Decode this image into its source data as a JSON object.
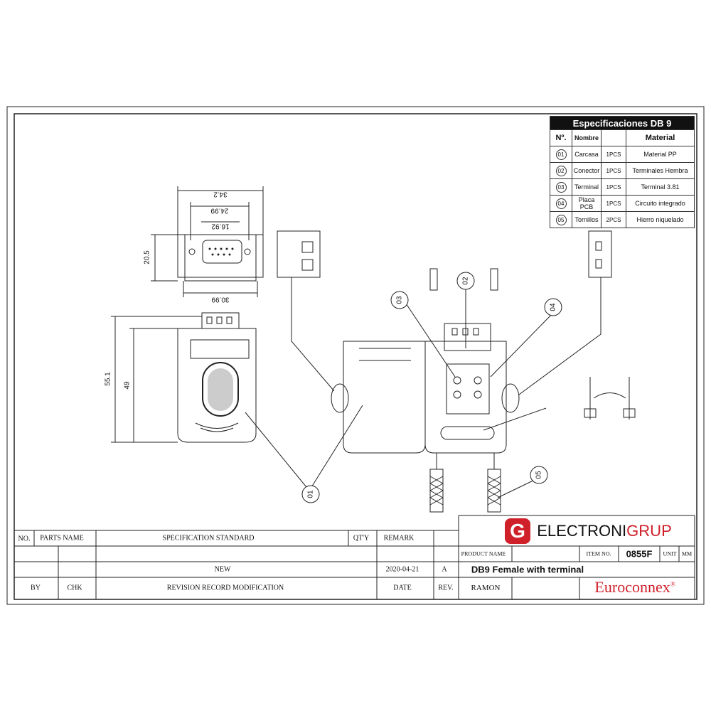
{
  "spec_table": {
    "title": "Especificaciones DB 9",
    "headers": [
      "Nº.",
      "Nombre",
      "",
      "Material"
    ],
    "rows": [
      {
        "no": "01",
        "name": "Carcasa",
        "qty": "1PCS",
        "material": "Material PP"
      },
      {
        "no": "02",
        "name": "Conector",
        "qty": "1PCS",
        "material": "Terminales Hembra"
      },
      {
        "no": "03",
        "name": "Terminal",
        "qty": "1PCS",
        "material": "Terminal 3.81"
      },
      {
        "no": "04",
        "name": "Placa PCB",
        "qty": "1PCS",
        "material": "Circuito integrado"
      },
      {
        "no": "05",
        "name": "Tornillos",
        "qty": "2PCS",
        "material": "Hierro niquelado"
      }
    ]
  },
  "dimensions": {
    "d1": "34.2",
    "d2": "24.99",
    "d3": "16.92",
    "d4": "30.99",
    "d5": "20.5",
    "d6": "55.1",
    "d7": "49"
  },
  "balloons": [
    "01",
    "02",
    "03",
    "04",
    "05"
  ],
  "revision_block": {
    "no": "NO.",
    "parts_name": "PARTS NAME",
    "spec_standard": "SPECIFICATION STANDARD",
    "qty": "QT'Y",
    "remark": "REMARK",
    "modification": "NEW",
    "date_value": "2020-04-21",
    "rev_value": "A",
    "by": "BY",
    "chk": "CHK",
    "revision_record": "REVISION RECORD MODIFICATION",
    "date": "DATE",
    "rev": "REV."
  },
  "title_block": {
    "brand_left": "ELECTRONI",
    "brand_right": "GRUP",
    "logo_letter": "G",
    "product_name_label": "PRODUCT NAME",
    "item_no_label": "ITEM NO.",
    "item_no": "0855F",
    "unit_label": "UNIT",
    "unit": "MM",
    "product_name": "DB9 Female with terminal",
    "drawn_by": "RAMON",
    "brand2": "Euroconnex",
    "reg": "®"
  },
  "colors": {
    "brand_red": "#d0202a"
  }
}
